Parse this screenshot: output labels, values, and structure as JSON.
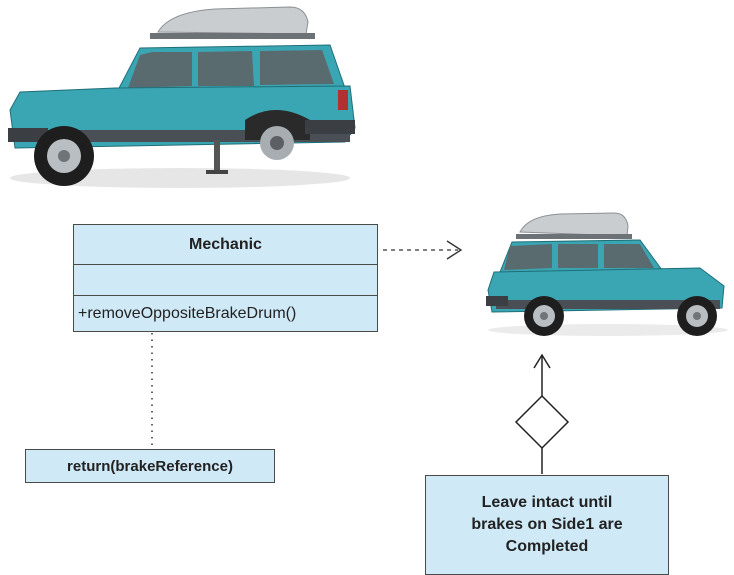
{
  "diagram": {
    "class": {
      "name": "Mechanic",
      "attributes": "",
      "operation": "+removeOppositeBrakeDrum()"
    },
    "return_note": "return(brakeReference)",
    "constraint_note": [
      "Leave intact until",
      "brakes on Side1 are",
      "Completed"
    ],
    "colors": {
      "box_fill": "#cfe9f7",
      "box_border": "#4a4a4a",
      "vehicle_body": "#3aa6b3",
      "roof_box": "#c9cdd0"
    },
    "images": {
      "top_vehicle": "teal-suv-jacked-up-wheel-removed",
      "right_vehicle": "teal-suv-intact"
    }
  }
}
